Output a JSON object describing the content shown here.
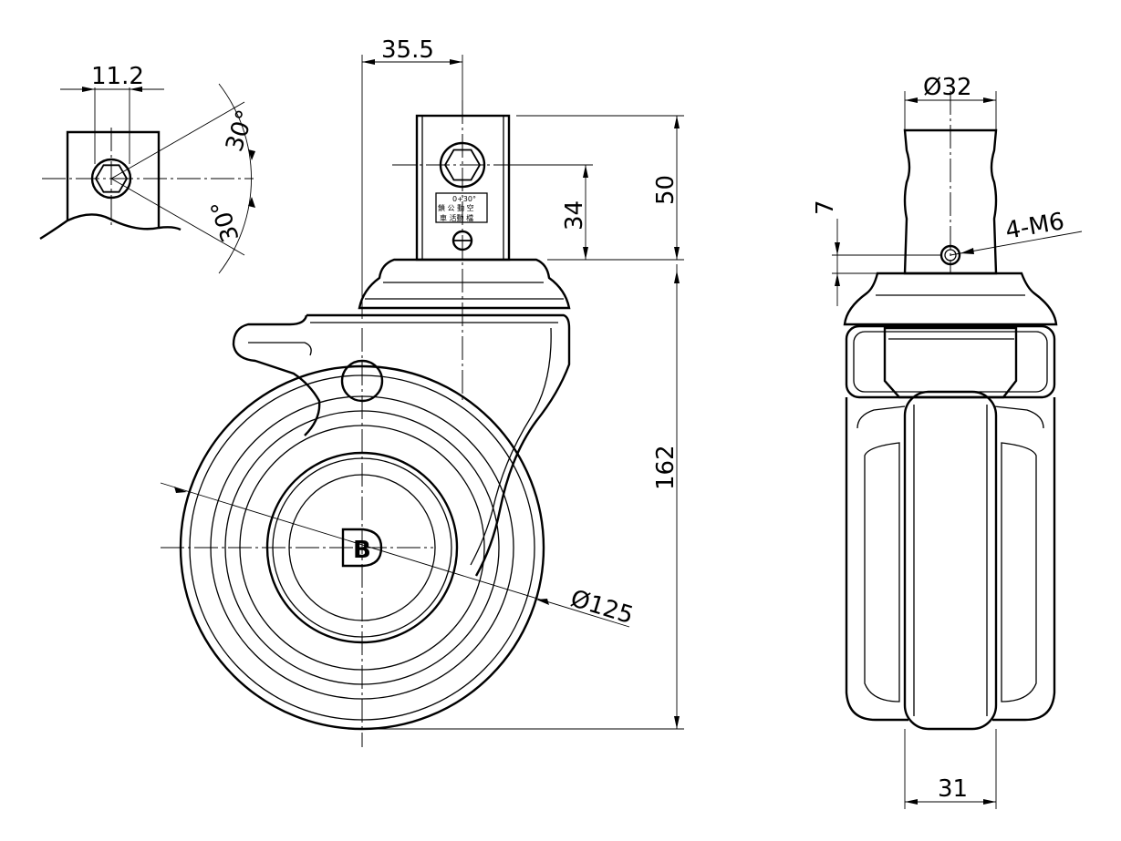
{
  "dimensions": {
    "d_11_2": "11.2",
    "d_30_top": "30°",
    "d_30_bottom": "30°",
    "d_35_5": "35.5",
    "d_50": "50",
    "d_34": "34",
    "d_162": "162",
    "d_phi125": "Ø125",
    "d_phi32": "Ø32",
    "d_7": "7",
    "d_4m6": "4-M6",
    "d_31": "31"
  },
  "label_plate": {
    "angle": "0+30°",
    "row2": "鎖 公 動 空",
    "row3": "車 活動 檔"
  },
  "logo": {
    "text": "B"
  }
}
